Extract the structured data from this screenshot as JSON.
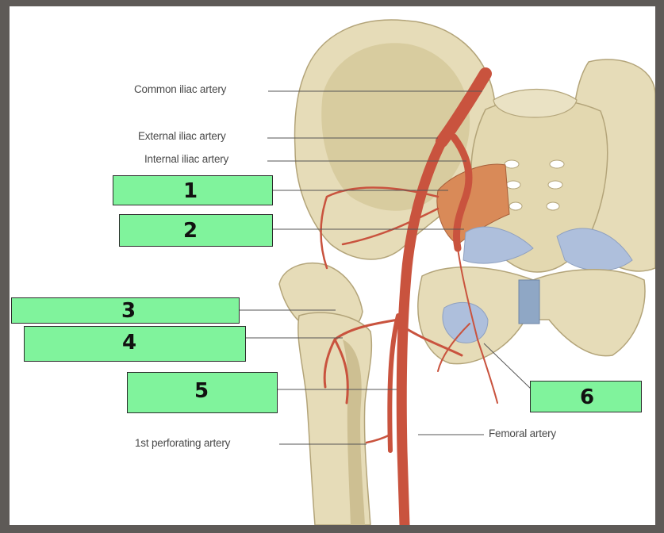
{
  "labels": {
    "common_iliac": "Common iliac artery",
    "external_iliac": "External iliac artery",
    "internal_iliac": "Internal iliac artery",
    "first_perforating": "1st perforating artery",
    "femoral": "Femoral artery"
  },
  "answer_boxes": [
    {
      "id": "1",
      "text": "1"
    },
    {
      "id": "2",
      "text": "2"
    },
    {
      "id": "3",
      "text": "3"
    },
    {
      "id": "4",
      "text": "4"
    },
    {
      "id": "5",
      "text": "5"
    },
    {
      "id": "6",
      "text": "6"
    }
  ],
  "colors": {
    "bone": "#e6dcb8",
    "bone_shade": "#c9bb8d",
    "artery": "#c9533e",
    "ligament": "#aebfdc",
    "muscle": "#d98a58",
    "box_fill": "#80f39c",
    "frame": "#5e5a57"
  }
}
